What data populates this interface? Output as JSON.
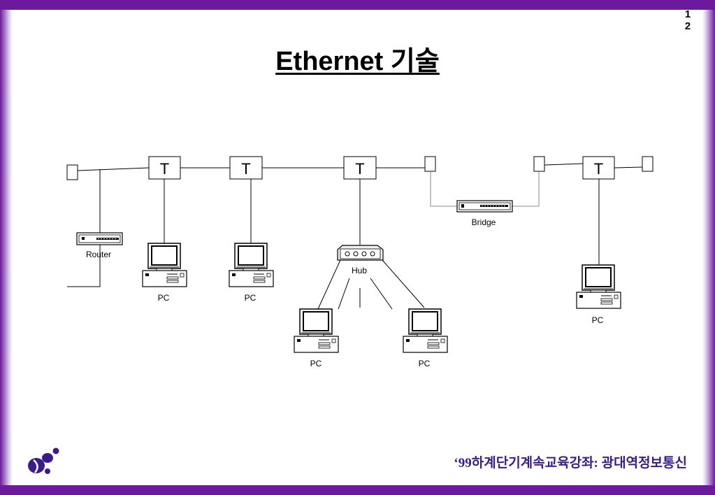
{
  "page_number_line1": "1",
  "page_number_line2": "2",
  "title": "Ethernet 기술",
  "footer": "‘99하계단기계속교육강좌: 광대역정보통신",
  "labels": {
    "tap": "T",
    "router": "Router",
    "bridge": "Bridge",
    "hub": "Hub",
    "pc": "PC"
  },
  "colors": {
    "frame": "#6a1a9a",
    "footer_text": "#3b1a8a",
    "logo": "#3b1a8a"
  }
}
